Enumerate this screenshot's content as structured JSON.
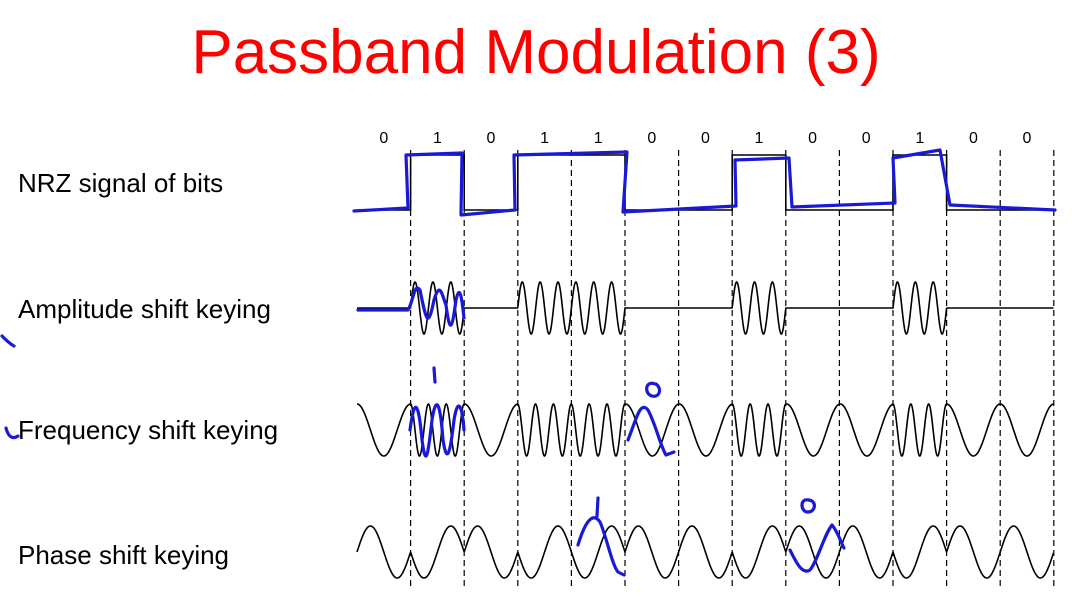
{
  "title": "Passband Modulation (3)",
  "bits": [
    "0",
    "1",
    "0",
    "1",
    "1",
    "0",
    "0",
    "1",
    "0",
    "0",
    "1",
    "0",
    "0"
  ],
  "rows": {
    "nrz": "NRZ signal of bits",
    "ask": "Amplitude shift keying",
    "fsk": "Frequency shift keying",
    "psk": "Phase shift keying"
  },
  "handwritten_marks": {
    "fsk_one": "1",
    "fsk_zero": "0",
    "psk_one": "1",
    "psk_zero": "0"
  },
  "colors": {
    "title": "#ff0000",
    "signal": "#000000",
    "ink": "#1a1ad6",
    "grid": "#000000"
  }
}
